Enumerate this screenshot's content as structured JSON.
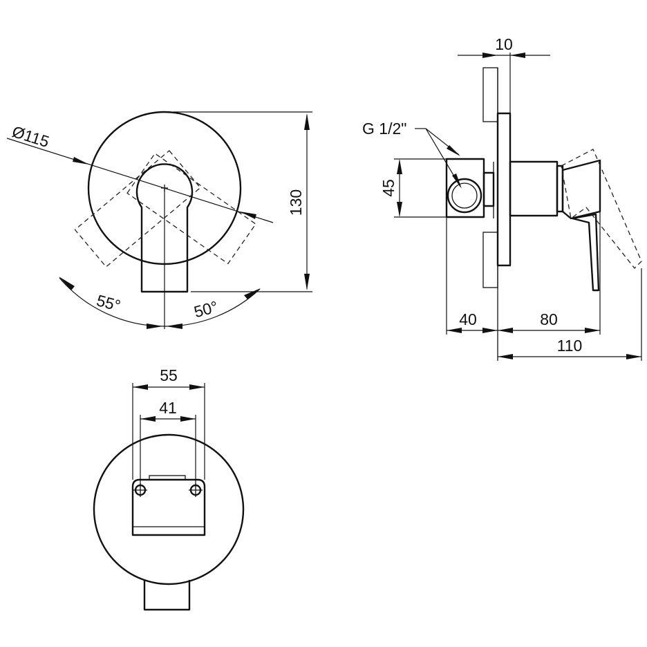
{
  "front_view": {
    "diameter_label": "Ø115",
    "height_label": "130",
    "angle_left_label": "55°",
    "angle_right_label": "50°"
  },
  "side_view": {
    "wall_offset_label": "10",
    "thread_label": "G 1/2\"",
    "pipe_height_label": "45",
    "depth_wall_label": "40",
    "depth_handle_label": "80",
    "depth_total_label": "110"
  },
  "back_view": {
    "outer_width_label": "55",
    "hole_spacing_label": "41"
  },
  "colors": {
    "line": "#111111",
    "background": "#ffffff"
  }
}
